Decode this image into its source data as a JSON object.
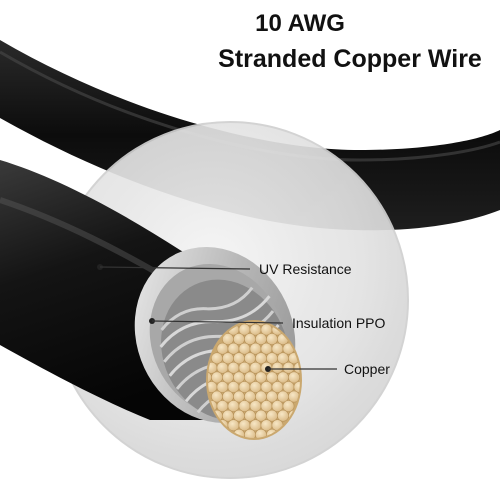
{
  "title": {
    "line1": "10 AWG",
    "line2": "Stranded Copper Wire"
  },
  "callouts": [
    {
      "id": "uv",
      "label": "UV Resistance"
    },
    {
      "id": "insulation",
      "label": "Insulation PPO"
    },
    {
      "id": "copper",
      "label": "Copper"
    }
  ],
  "colors": {
    "cable_jacket": "#1a1a1a",
    "insulation": "#c9c9c9",
    "strand_silver": "#9a9a9a",
    "copper_core": "#e8cfa0",
    "magnifier": "#e4e4e4"
  }
}
